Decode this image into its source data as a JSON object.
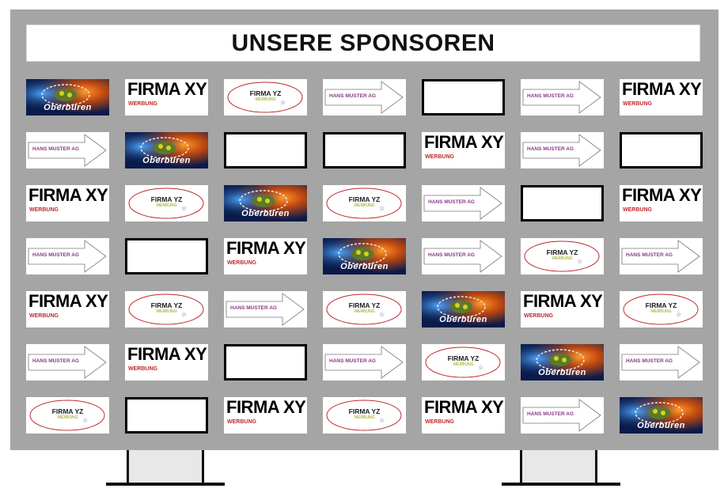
{
  "title": "UNSERE SPONSOREN",
  "logos": {
    "xy": {
      "name": "FIRMA XY",
      "sub": "WERBUNG"
    },
    "yz": {
      "name": "FIRMA YZ",
      "sub": "WERBUNG",
      "icon": "star-icon"
    },
    "hm": {
      "name": "HANS MUSTER AG",
      "icon": "arrow-icon"
    },
    "ob": {
      "name": "Oberbüren"
    },
    "blank": {}
  },
  "grid": [
    [
      "ob",
      "xy",
      "yz",
      "hm",
      "blank",
      "hm",
      "xy"
    ],
    [
      "hm",
      "ob",
      "blank",
      "blank",
      "xy",
      "hm",
      "blank"
    ],
    [
      "xy",
      "yz",
      "ob",
      "yz",
      "hm",
      "blank",
      "xy"
    ],
    [
      "hm",
      "blank",
      "xy",
      "ob",
      "hm",
      "yz",
      "hm"
    ],
    [
      "xy",
      "yz",
      "hm",
      "yz",
      "ob",
      "xy",
      "yz"
    ],
    [
      "hm",
      "xy",
      "blank",
      "hm",
      "yz",
      "ob",
      "hm"
    ],
    [
      "yz",
      "blank",
      "xy",
      "yz",
      "xy",
      "hm",
      "ob"
    ]
  ],
  "colors": {
    "board": "#a5a5a5",
    "werbung": "#c0282d",
    "hans_muster": "#8a3a8a",
    "ellipse": "#c0282d"
  }
}
